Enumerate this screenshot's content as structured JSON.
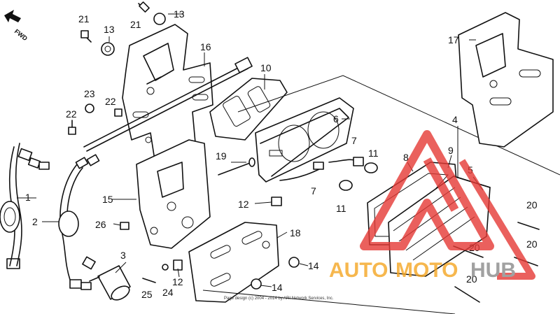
{
  "orientation_label": "FWD",
  "copyright": "Page design (c) 2004 - 2014 by ARI Network Services, Inc.",
  "watermark": {
    "part1": "AUTO",
    "part2": "MOTO",
    "part3": "HUB",
    "color_orange": "#f5a623",
    "color_gray": "#8a8a8a",
    "color_red": "#e53935"
  },
  "callouts": {
    "c1": "1",
    "c2": "2",
    "c3": "3",
    "c4": "4",
    "c5": "5",
    "c6": "6",
    "c7a": "7",
    "c7b": "7",
    "c8": "8",
    "c9": "9",
    "c10": "10",
    "c11a": "11",
    "c11b": "11",
    "c12a": "12",
    "c12b": "12",
    "c13a": "13",
    "c13b": "13",
    "c14a": "14",
    "c14b": "14",
    "c15": "15",
    "c16": "16",
    "c17": "17",
    "c18": "18",
    "c19": "19",
    "c20a": "20",
    "c20b": "20",
    "c20c": "20",
    "c20d": "20",
    "c21a": "21",
    "c21b": "21",
    "c22a": "22",
    "c22b": "22",
    "c23": "23",
    "c24": "24",
    "c25": "25",
    "c26": "26"
  }
}
